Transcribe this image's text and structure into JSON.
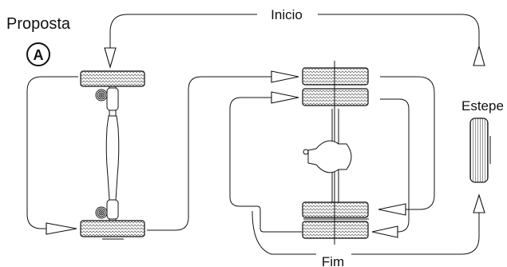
{
  "labels": {
    "proposal": "Proposta",
    "badge": "A",
    "start": "Inicio",
    "end": "Fim",
    "spare": "Estepe"
  },
  "colors": {
    "ink": "#111111",
    "tread": "#555555",
    "background": "#ffffff"
  }
}
